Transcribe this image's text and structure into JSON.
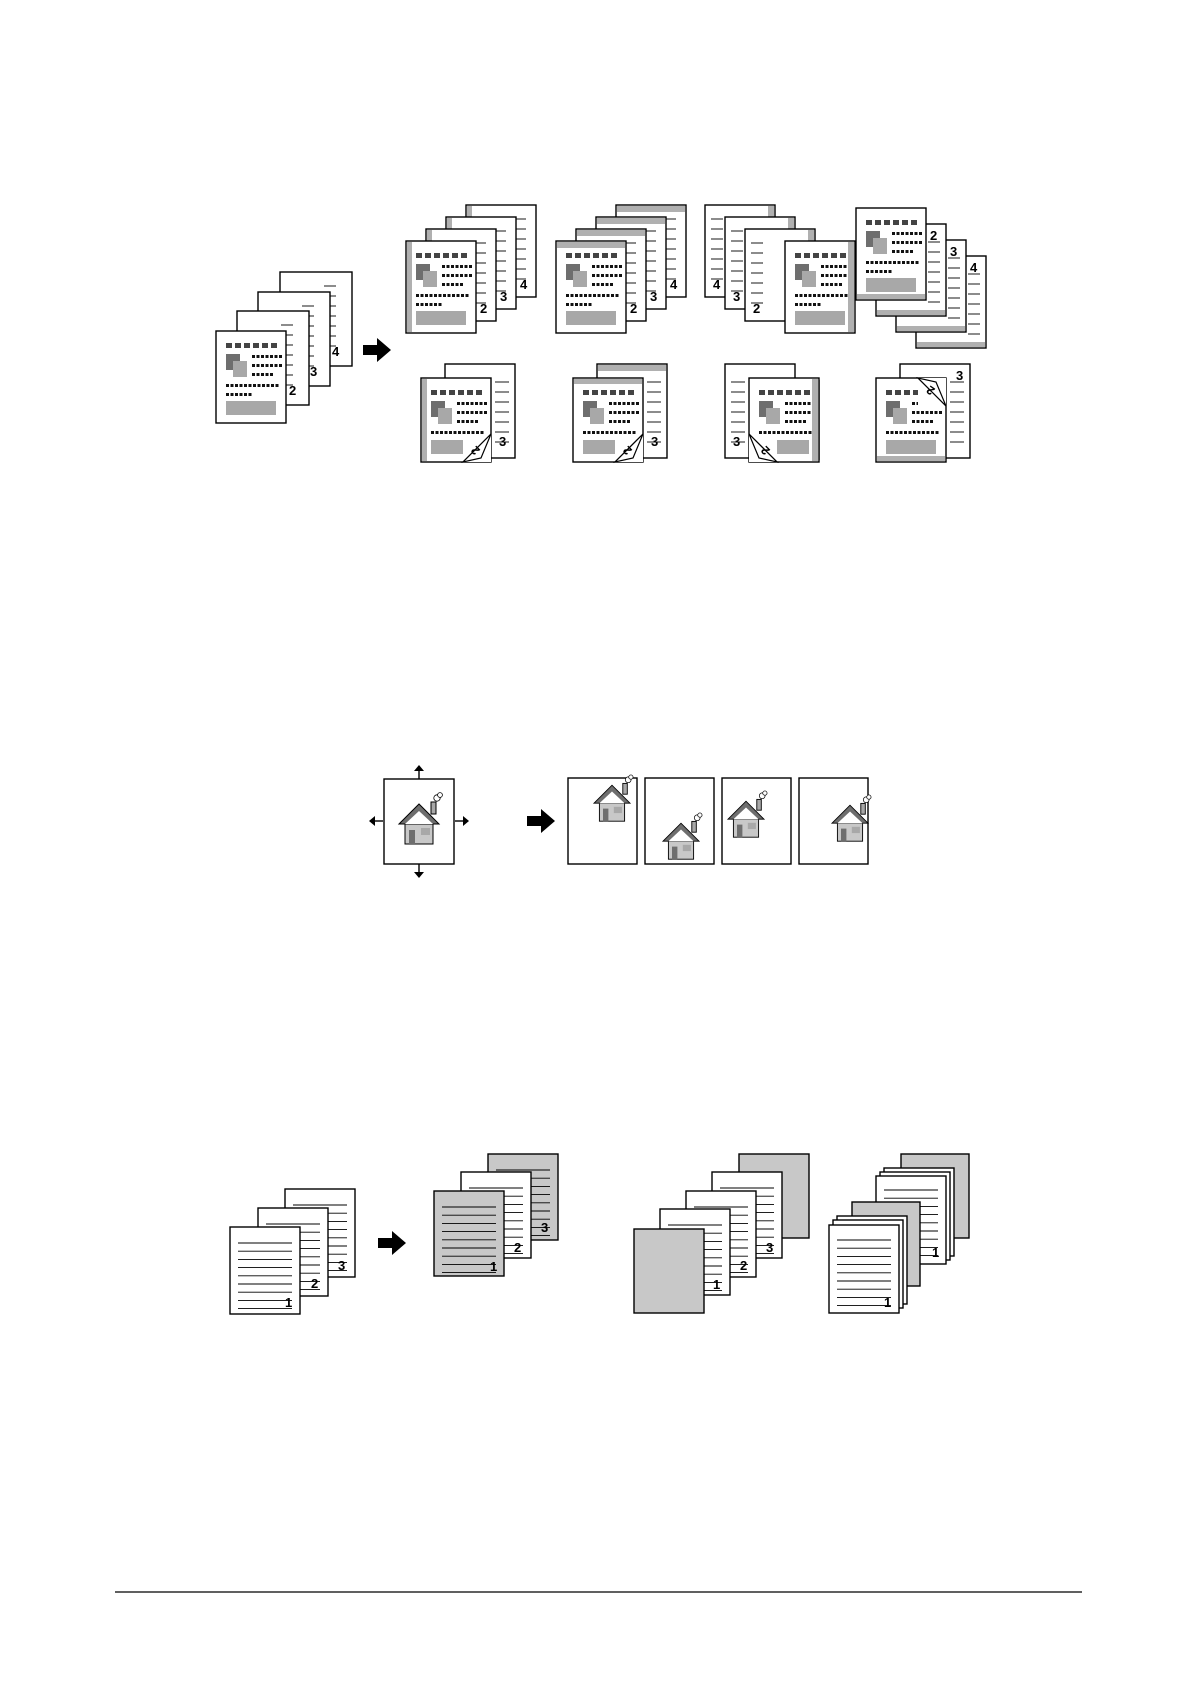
{
  "colors": {
    "ink": "#000000",
    "paper": "#ffffff",
    "grey_dark": "#6e6e6e",
    "grey_mid": "#a8a8a8",
    "grey_light": "#c8c8c8",
    "binding_edge": "#b0b0b0",
    "footer_rule": "#000000"
  },
  "icons": {
    "arrow": "right-arrow-icon",
    "house": "house-icon",
    "shift_arrows": "four-way-arrow-icon"
  },
  "figure1": {
    "original_pages": [
      "2",
      "3",
      "4"
    ],
    "stack_variants_pages": [
      "2",
      "3",
      "4"
    ],
    "folded_variant_pages": [
      "2",
      "3"
    ]
  },
  "figure2": {
    "output_count": 4
  },
  "figure3": {
    "original_pages": [
      "1",
      "2",
      "3"
    ],
    "output_pages": [
      "1",
      "2",
      "3"
    ],
    "interleaved_pages": [
      "1",
      "2",
      "3"
    ],
    "chaptered_pages": [
      "1",
      "1"
    ]
  }
}
